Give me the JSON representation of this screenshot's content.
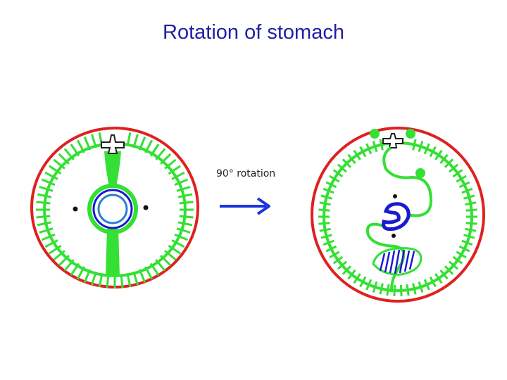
{
  "title": "Rotation of stomach",
  "rotation_label": "90° rotation",
  "colors": {
    "title": "#1f1fa8",
    "body_wall": "#e02020",
    "mesentery": "#33e033",
    "stomach": "#1a1ad0",
    "lumen": "#2a7fd0",
    "aorta_outline": "#222222",
    "arrow": "#1a35e0"
  },
  "icons": {
    "arrow": "right-arrow",
    "vertebra": "vertebra-icon"
  }
}
